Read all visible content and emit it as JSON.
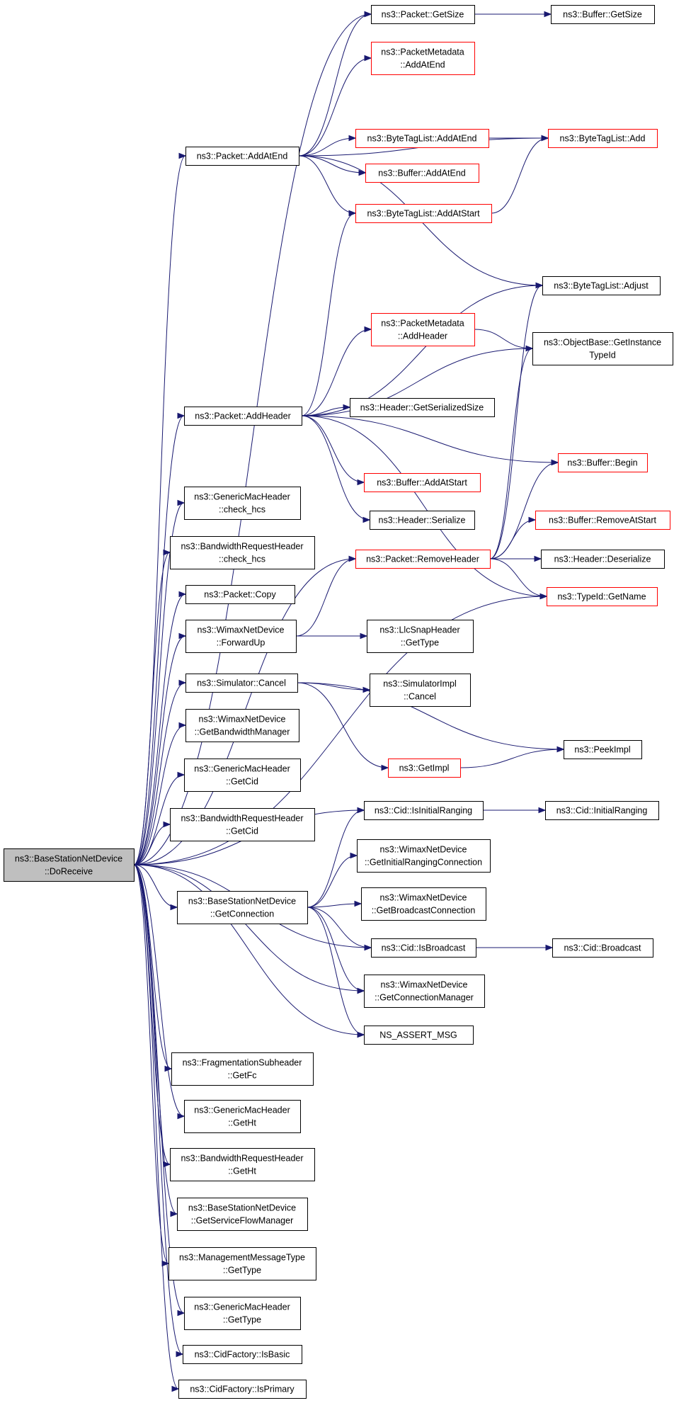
{
  "nodes": [
    {
      "id": "root",
      "lines": [
        "ns3::BaseStationNetDevice",
        "::DoReceive"
      ],
      "style": "root"
    },
    {
      "id": "pkt_getsize",
      "lines": [
        "ns3::Packet::GetSize"
      ],
      "style": "black"
    },
    {
      "id": "buf_getsize",
      "lines": [
        "ns3::Buffer::GetSize"
      ],
      "style": "black"
    },
    {
      "id": "pm_addatend",
      "lines": [
        "ns3::PacketMetadata",
        "::AddAtEnd"
      ],
      "style": "red"
    },
    {
      "id": "pkt_addatend",
      "lines": [
        "ns3::Packet::AddAtEnd"
      ],
      "style": "black"
    },
    {
      "id": "btl_addatend",
      "lines": [
        "ns3::ByteTagList::AddAtEnd"
      ],
      "style": "red"
    },
    {
      "id": "btl_add",
      "lines": [
        "ns3::ByteTagList::Add"
      ],
      "style": "red"
    },
    {
      "id": "buf_addatend",
      "lines": [
        "ns3::Buffer::AddAtEnd"
      ],
      "style": "red"
    },
    {
      "id": "btl_addatstart",
      "lines": [
        "ns3::ByteTagList::AddAtStart"
      ],
      "style": "red"
    },
    {
      "id": "btl_adjust",
      "lines": [
        "ns3::ByteTagList::Adjust"
      ],
      "style": "black"
    },
    {
      "id": "pm_addheader",
      "lines": [
        "ns3::PacketMetadata",
        "::AddHeader"
      ],
      "style": "red"
    },
    {
      "id": "ob_getinstance",
      "lines": [
        "ns3::ObjectBase::GetInstance",
        "TypeId"
      ],
      "style": "black"
    },
    {
      "id": "pkt_addheader",
      "lines": [
        "ns3::Packet::AddHeader"
      ],
      "style": "black"
    },
    {
      "id": "hdr_getser",
      "lines": [
        "ns3::Header::GetSerializedSize"
      ],
      "style": "black"
    },
    {
      "id": "buf_begin",
      "lines": [
        "ns3::Buffer::Begin"
      ],
      "style": "red"
    },
    {
      "id": "gmh_check",
      "lines": [
        "ns3::GenericMacHeader",
        "::check_hcs"
      ],
      "style": "black"
    },
    {
      "id": "buf_addatstart",
      "lines": [
        "ns3::Buffer::AddAtStart"
      ],
      "style": "red"
    },
    {
      "id": "hdr_serialize",
      "lines": [
        "ns3::Header::Serialize"
      ],
      "style": "black"
    },
    {
      "id": "buf_removeatstart",
      "lines": [
        "ns3::Buffer::RemoveAtStart"
      ],
      "style": "red"
    },
    {
      "id": "brh_check",
      "lines": [
        "ns3::BandwidthRequestHeader",
        "::check_hcs"
      ],
      "style": "black"
    },
    {
      "id": "pkt_removeheader",
      "lines": [
        "ns3::Packet::RemoveHeader"
      ],
      "style": "red"
    },
    {
      "id": "hdr_deser",
      "lines": [
        "ns3::Header::Deserialize"
      ],
      "style": "black"
    },
    {
      "id": "pkt_copy",
      "lines": [
        "ns3::Packet::Copy"
      ],
      "style": "black"
    },
    {
      "id": "typeid_getname",
      "lines": [
        "ns3::TypeId::GetName"
      ],
      "style": "red"
    },
    {
      "id": "wnd_forwardup",
      "lines": [
        "ns3::WimaxNetDevice",
        "::ForwardUp"
      ],
      "style": "black"
    },
    {
      "id": "llc_gettype",
      "lines": [
        "ns3::LlcSnapHeader",
        "::GetType"
      ],
      "style": "black"
    },
    {
      "id": "sim_cancel",
      "lines": [
        "ns3::Simulator::Cancel"
      ],
      "style": "black"
    },
    {
      "id": "simimpl_cancel",
      "lines": [
        "ns3::SimulatorImpl",
        "::Cancel"
      ],
      "style": "black"
    },
    {
      "id": "wnd_getbw",
      "lines": [
        "ns3::WimaxNetDevice",
        "::GetBandwidthManager"
      ],
      "style": "black"
    },
    {
      "id": "peekimpl",
      "lines": [
        "ns3::PeekImpl"
      ],
      "style": "black"
    },
    {
      "id": "gmh_getcid",
      "lines": [
        "ns3::GenericMacHeader",
        "::GetCid"
      ],
      "style": "black"
    },
    {
      "id": "getimpl",
      "lines": [
        "ns3::GetImpl"
      ],
      "style": "red"
    },
    {
      "id": "brh_getcid",
      "lines": [
        "ns3::BandwidthRequestHeader",
        "::GetCid"
      ],
      "style": "black"
    },
    {
      "id": "cid_isinitial",
      "lines": [
        "ns3::Cid::IsInitialRanging"
      ],
      "style": "black"
    },
    {
      "id": "cid_initial",
      "lines": [
        "ns3::Cid::InitialRanging"
      ],
      "style": "black"
    },
    {
      "id": "wnd_getinitial",
      "lines": [
        "ns3::WimaxNetDevice",
        "::GetInitialRangingConnection"
      ],
      "style": "black"
    },
    {
      "id": "bsnd_getconn",
      "lines": [
        "ns3::BaseStationNetDevice",
        "::GetConnection"
      ],
      "style": "black"
    },
    {
      "id": "wnd_getbcast",
      "lines": [
        "ns3::WimaxNetDevice",
        "::GetBroadcastConnection"
      ],
      "style": "black"
    },
    {
      "id": "cid_isbcast",
      "lines": [
        "ns3::Cid::IsBroadcast"
      ],
      "style": "black"
    },
    {
      "id": "cid_bcast",
      "lines": [
        "ns3::Cid::Broadcast"
      ],
      "style": "black"
    },
    {
      "id": "wnd_getconnmgr",
      "lines": [
        "ns3::WimaxNetDevice",
        "::GetConnectionManager"
      ],
      "style": "black"
    },
    {
      "id": "ns_assert",
      "lines": [
        "NS_ASSERT_MSG"
      ],
      "style": "black"
    },
    {
      "id": "frag_getfc",
      "lines": [
        "ns3::FragmentationSubheader",
        "::GetFc"
      ],
      "style": "black"
    },
    {
      "id": "gmh_getht",
      "lines": [
        "ns3::GenericMacHeader",
        "::GetHt"
      ],
      "style": "black"
    },
    {
      "id": "brh_getht",
      "lines": [
        "ns3::BandwidthRequestHeader",
        "::GetHt"
      ],
      "style": "black"
    },
    {
      "id": "bsnd_getsfm",
      "lines": [
        "ns3::BaseStationNetDevice",
        "::GetServiceFlowManager"
      ],
      "style": "black"
    },
    {
      "id": "mmt_gettype",
      "lines": [
        "ns3::ManagementMessageType",
        "::GetType"
      ],
      "style": "black"
    },
    {
      "id": "gmh_gettype",
      "lines": [
        "ns3::GenericMacHeader",
        "::GetType"
      ],
      "style": "black"
    },
    {
      "id": "cidf_isbasic",
      "lines": [
        "ns3::CidFactory::IsBasic"
      ],
      "style": "black"
    },
    {
      "id": "cidf_isprimary",
      "lines": [
        "ns3::CidFactory::IsPrimary"
      ],
      "style": "black"
    }
  ],
  "edges": [
    [
      "root",
      "pkt_getsize"
    ],
    [
      "root",
      "pkt_addatend"
    ],
    [
      "root",
      "pkt_addheader"
    ],
    [
      "root",
      "gmh_check"
    ],
    [
      "root",
      "brh_check"
    ],
    [
      "root",
      "pkt_copy"
    ],
    [
      "root",
      "wnd_forwardup"
    ],
    [
      "root",
      "sim_cancel"
    ],
    [
      "root",
      "wnd_getbw"
    ],
    [
      "root",
      "gmh_getcid"
    ],
    [
      "root",
      "brh_getcid"
    ],
    [
      "root",
      "cid_isinitial"
    ],
    [
      "root",
      "bsnd_getconn"
    ],
    [
      "root",
      "cid_isbcast"
    ],
    [
      "root",
      "wnd_getconnmgr"
    ],
    [
      "root",
      "ns_assert"
    ],
    [
      "root",
      "frag_getfc"
    ],
    [
      "root",
      "gmh_getht"
    ],
    [
      "root",
      "brh_getht"
    ],
    [
      "root",
      "bsnd_getsfm"
    ],
    [
      "root",
      "mmt_gettype"
    ],
    [
      "root",
      "gmh_gettype"
    ],
    [
      "root",
      "cidf_isbasic"
    ],
    [
      "root",
      "cidf_isprimary"
    ],
    [
      "root",
      "pkt_removeheader"
    ],
    [
      "root",
      "typeid_getname"
    ],
    [
      "pkt_getsize",
      "buf_getsize"
    ],
    [
      "pkt_addatend",
      "pkt_getsize"
    ],
    [
      "pkt_addatend",
      "pm_addatend"
    ],
    [
      "pkt_addatend",
      "btl_addatend"
    ],
    [
      "pkt_addatend",
      "btl_add"
    ],
    [
      "pkt_addatend",
      "buf_addatend"
    ],
    [
      "pkt_addatend",
      "btl_addatstart"
    ],
    [
      "pkt_addatend",
      "btl_adjust"
    ],
    [
      "btl_addatend",
      "btl_add"
    ],
    [
      "btl_addatstart",
      "btl_add"
    ],
    [
      "pm_addheader",
      "ob_getinstance"
    ],
    [
      "pkt_addheader",
      "btl_addatstart"
    ],
    [
      "pkt_addheader",
      "btl_adjust"
    ],
    [
      "pkt_addheader",
      "pm_addheader"
    ],
    [
      "pkt_addheader",
      "ob_getinstance"
    ],
    [
      "pkt_addheader",
      "hdr_getser"
    ],
    [
      "pkt_addheader",
      "buf_begin"
    ],
    [
      "pkt_addheader",
      "buf_addatstart"
    ],
    [
      "pkt_addheader",
      "hdr_serialize"
    ],
    [
      "pkt_addheader",
      "typeid_getname"
    ],
    [
      "pkt_removeheader",
      "btl_adjust"
    ],
    [
      "pkt_removeheader",
      "ob_getinstance"
    ],
    [
      "pkt_removeheader",
      "buf_begin"
    ],
    [
      "pkt_removeheader",
      "buf_removeatstart"
    ],
    [
      "pkt_removeheader",
      "hdr_deser"
    ],
    [
      "pkt_removeheader",
      "typeid_getname"
    ],
    [
      "wnd_forwardup",
      "pkt_removeheader"
    ],
    [
      "wnd_forwardup",
      "llc_gettype"
    ],
    [
      "sim_cancel",
      "simimpl_cancel"
    ],
    [
      "sim_cancel",
      "peekimpl"
    ],
    [
      "sim_cancel",
      "getimpl"
    ],
    [
      "getimpl",
      "peekimpl"
    ],
    [
      "cid_isinitial",
      "cid_initial"
    ],
    [
      "bsnd_getconn",
      "cid_isinitial"
    ],
    [
      "bsnd_getconn",
      "wnd_getinitial"
    ],
    [
      "bsnd_getconn",
      "wnd_getbcast"
    ],
    [
      "bsnd_getconn",
      "cid_isbcast"
    ],
    [
      "bsnd_getconn",
      "wnd_getconnmgr"
    ],
    [
      "bsnd_getconn",
      "ns_assert"
    ],
    [
      "cid_isbcast",
      "cid_bcast"
    ]
  ]
}
